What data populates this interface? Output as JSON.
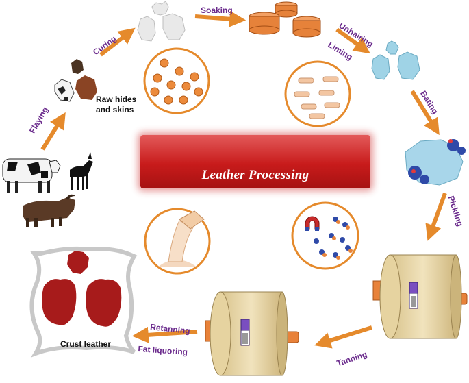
{
  "title": "Leather Processing",
  "labels": {
    "raw_hides": "Raw hides and skins",
    "crust_leather": "Crust leather"
  },
  "steps": [
    "Flaying",
    "Curing",
    "Soaking",
    "Unhairing",
    "Liming",
    "Bating",
    "Pickling",
    "Tanning",
    "Retanning",
    "Fat liquoring"
  ],
  "colors": {
    "step_text": "#6a2a8c",
    "arrow": "#e58a2c",
    "banner": "#c81b1b",
    "drum": "#e8d6a7",
    "drum_flange": "#e8823a",
    "hide_red": "#a71b1b",
    "bin_orange": "#e6823a",
    "pellet": "#e8843a"
  }
}
